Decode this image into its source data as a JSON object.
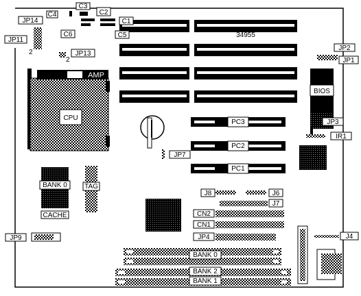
{
  "board_number": "34955",
  "brand": "AMP",
  "cpu": "CPU",
  "bios": "BIOS",
  "cache": "CACHE",
  "tag": "TAG",
  "jumpers": {
    "jp1": "JP1",
    "jp2": "JP2",
    "jp3": "JP3",
    "jp4": "JP4",
    "jp6": "J6",
    "jp7": "JP7",
    "jp8": "J8",
    "jp9": "JP9",
    "j4": "J4",
    "j7": "J7",
    "jp11": "JP11",
    "jp13": "JP13",
    "jp14": "JP14",
    "ir1": "IR1"
  },
  "caps": {
    "c1": "C1",
    "c2": "C2",
    "c3": "C3",
    "c4": "C4",
    "c5": "C5",
    "c6": "C6"
  },
  "connectors": {
    "cn1": "CN1",
    "cn2": "CN2"
  },
  "pc_slots": {
    "pc1": "PC1",
    "pc2": "PC2",
    "pc3": "PC3"
  },
  "banks": {
    "bank0_cache": "BANK 0",
    "simm_bank0": "BANK 0",
    "simm_bank1": "BANK 1",
    "simm_bank2": "BANK 2"
  },
  "pin_marks": {
    "jp11_pin": "2",
    "jp13_pin": "2"
  }
}
